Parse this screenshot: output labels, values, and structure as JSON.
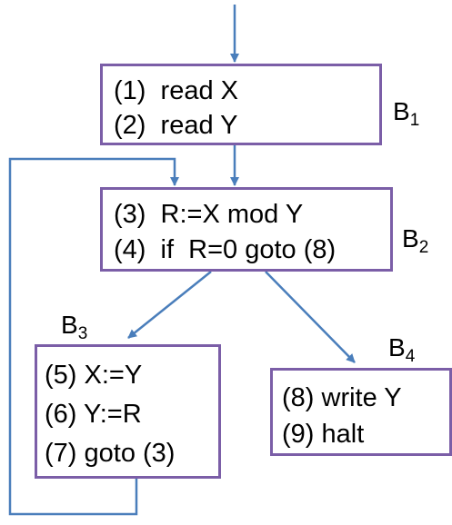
{
  "colors": {
    "box_border": "#7b5ea7",
    "arrow": "#4a7ebb",
    "text": "#000000"
  },
  "blocks": {
    "b1": {
      "label": "B",
      "label_sub": "1",
      "lines": [
        "(1)  read X",
        "(2)  read Y"
      ]
    },
    "b2": {
      "label": "B",
      "label_sub": "2",
      "lines": [
        "(3)  R:=X mod Y",
        "(4)  if  R=0 goto (8)"
      ]
    },
    "b3": {
      "label": "B",
      "label_sub": "3",
      "lines": [
        "(5) X:=Y",
        "(6) Y:=R",
        "(7) goto (3)"
      ]
    },
    "b4": {
      "label": "B",
      "label_sub": "4",
      "lines": [
        "(8) write Y",
        "(9) halt"
      ]
    }
  }
}
